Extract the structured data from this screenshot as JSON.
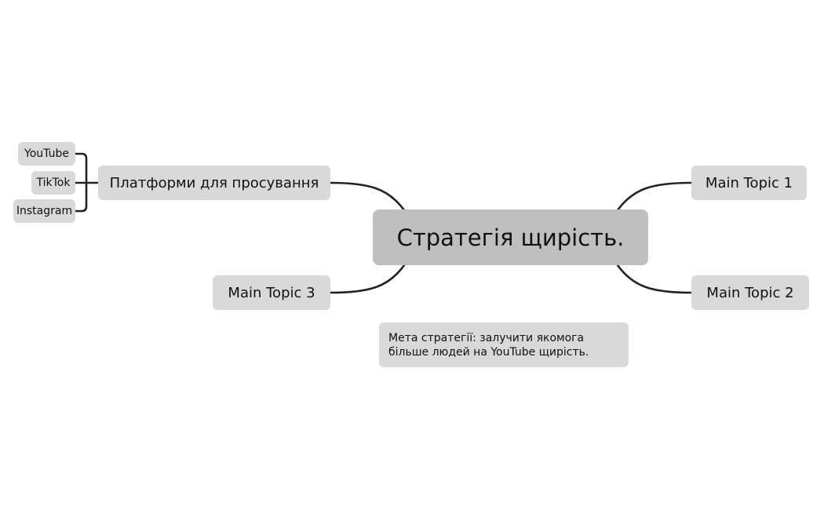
{
  "central_topic": "Стратегія щирість.",
  "main_topics": {
    "platforms": "Платформи для просування",
    "topic1": "Main Topic 1",
    "topic2": "Main Topic 2",
    "topic3": "Main Topic 3"
  },
  "subtopics": {
    "youtube": "YouTube",
    "tiktok": "TikTok",
    "instagram": "Instagram"
  },
  "note": "Мета стратегії: залучити якомога більше людей на YouTube щирість.",
  "colors": {
    "central_fill": "#bfbfbf",
    "node_fill": "#d9d9d9",
    "connector": "#222222",
    "text": "#111111"
  }
}
